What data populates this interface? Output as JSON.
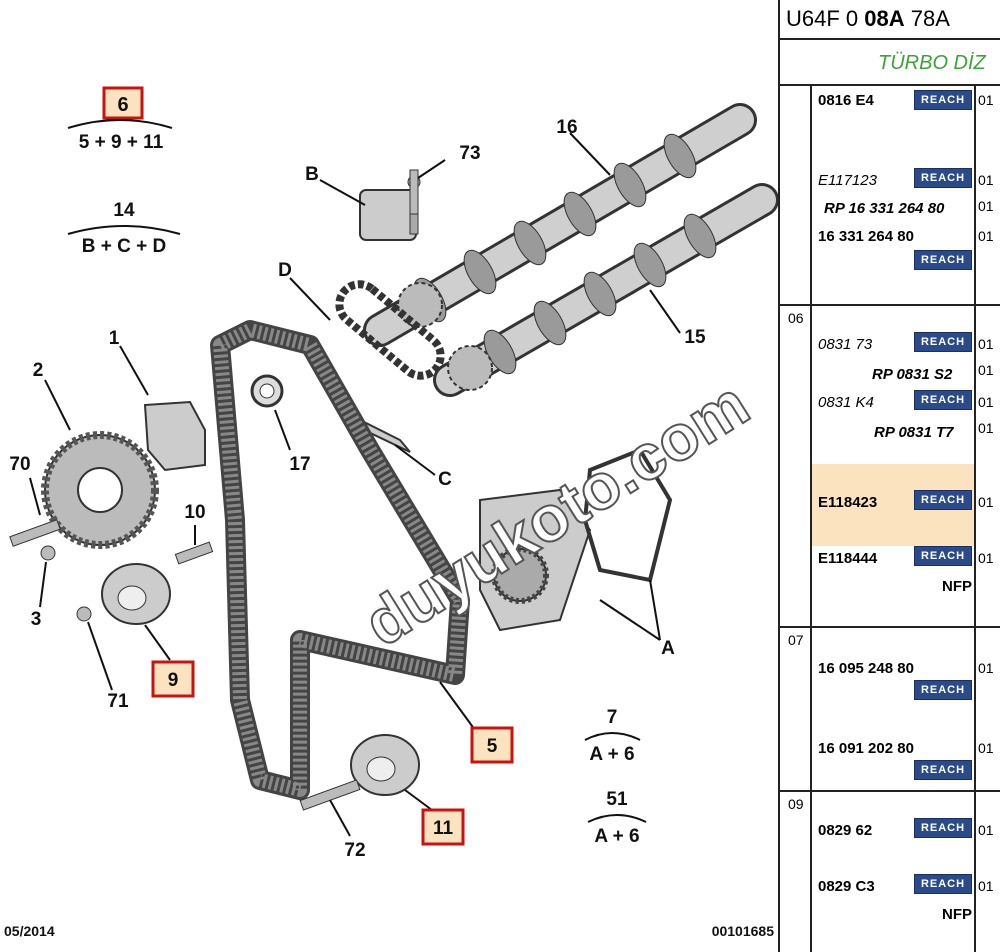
{
  "diagram": {
    "labels": {
      "n6": "6",
      "f6": "5 + 9 + 11",
      "n14": "14",
      "f14": "B + C + D",
      "n7": "7",
      "f7": "A + 6",
      "n51": "51",
      "f51": "A + 6",
      "n1": "1",
      "n2": "2",
      "n3": "3",
      "n5": "5",
      "n9": "9",
      "n10": "10",
      "n11": "11",
      "n15": "15",
      "n16": "16",
      "n17": "17",
      "n70": "70",
      "n71": "71",
      "n72": "72",
      "n73": "73",
      "nA": "A",
      "nB": "B",
      "nC": "C",
      "nD": "D"
    },
    "date": "05/2014",
    "ref": "00101685",
    "watermark": "duyukoto.com"
  },
  "parts_table": {
    "header": {
      "prefix": "U64F 0 ",
      "bold": "08A",
      "suffix": " 78A"
    },
    "subtitle": "TÜRBO DİZ",
    "reach_label": "REACH",
    "groups": [
      {
        "no": "",
        "rows": [
          {
            "part": "0816 E4",
            "qty": "01"
          },
          {
            "part": "E117123",
            "qty": "01"
          },
          {
            "part": "RP 16 331 264 80",
            "qty": "01"
          },
          {
            "part": "16 331 264 80",
            "qty": "01"
          }
        ]
      },
      {
        "no": "06",
        "rows": [
          {
            "part": "0831 73",
            "qty": "01"
          },
          {
            "part": "RP 0831 S2",
            "qty": "01"
          },
          {
            "part": "0831 K4",
            "qty": "01"
          },
          {
            "part": "RP 0831 T7",
            "qty": "01"
          },
          {
            "part": "E118423",
            "qty": "01"
          },
          {
            "part": "E118444",
            "qty": "01",
            "note": "NFP"
          }
        ]
      },
      {
        "no": "07",
        "rows": [
          {
            "part": "16 095 248 80",
            "qty": "01"
          },
          {
            "part": "16 091 202 80",
            "qty": "01"
          }
        ]
      },
      {
        "no": "09",
        "rows": [
          {
            "part": "0829 62",
            "qty": "01"
          },
          {
            "part": "0829 C3",
            "qty": "01",
            "note": "NFP"
          }
        ]
      }
    ]
  },
  "colors": {
    "highlight_box": "#cc1111",
    "highlight_fill": "#fbe3bf",
    "reach_badge": "#2a4a8a",
    "subtitle": "#3aa43a"
  }
}
